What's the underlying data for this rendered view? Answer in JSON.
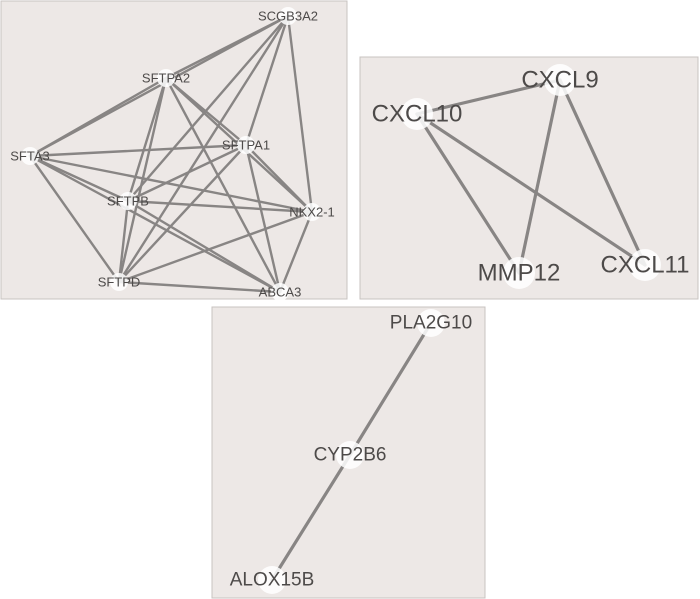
{
  "networks": [
    {
      "id": "network-1",
      "nodes": [
        {
          "id": "SCGB3A2",
          "label": "SCGB3A2"
        },
        {
          "id": "SFTPA2",
          "label": "SFTPA2"
        },
        {
          "id": "SFTPA1",
          "label": "SFTPA1"
        },
        {
          "id": "SFTA3",
          "label": "SFTA3"
        },
        {
          "id": "SFTPB",
          "label": "SFTPB"
        },
        {
          "id": "NKX2-1",
          "label": "NKX2-1"
        },
        {
          "id": "SFTPD",
          "label": "SFTPD"
        },
        {
          "id": "ABCA3",
          "label": "ABCA3"
        }
      ],
      "edges": [
        [
          "SCGB3A2",
          "SFTPA2"
        ],
        [
          "SCGB3A2",
          "SFTPA1"
        ],
        [
          "SCGB3A2",
          "SFTA3"
        ],
        [
          "SCGB3A2",
          "SFTPB"
        ],
        [
          "SCGB3A2",
          "NKX2-1"
        ],
        [
          "SCGB3A2",
          "SFTPD"
        ],
        [
          "SFTPA2",
          "SFTA3"
        ],
        [
          "SFTPA2",
          "SFTPB"
        ],
        [
          "SFTPA2",
          "SFTPD"
        ],
        [
          "SFTPA2",
          "NKX2-1"
        ],
        [
          "SFTPA2",
          "ABCA3"
        ],
        [
          "SFTPA2",
          "SFTPA1"
        ],
        [
          "SFTA3",
          "SFTPA1"
        ],
        [
          "SFTA3",
          "SFTPB"
        ],
        [
          "SFTA3",
          "NKX2-1"
        ],
        [
          "SFTA3",
          "ABCA3"
        ],
        [
          "SFTA3",
          "SFTPD"
        ],
        [
          "SFTPA1",
          "SFTPB"
        ],
        [
          "SFTPA1",
          "NKX2-1"
        ],
        [
          "SFTPA1",
          "SFTPD"
        ],
        [
          "SFTPA1",
          "ABCA3"
        ],
        [
          "SFTPB",
          "NKX2-1"
        ],
        [
          "SFTPB",
          "SFTPD"
        ],
        [
          "SFTPB",
          "ABCA3"
        ],
        [
          "NKX2-1",
          "SFTPD"
        ],
        [
          "NKX2-1",
          "ABCA3"
        ],
        [
          "SFTPD",
          "ABCA3"
        ]
      ]
    },
    {
      "id": "network-2",
      "nodes": [
        {
          "id": "CXCL10",
          "label": "CXCL10"
        },
        {
          "id": "CXCL9",
          "label": "CXCL9"
        },
        {
          "id": "MMP12",
          "label": "MMP12"
        },
        {
          "id": "CXCL11",
          "label": "CXCL11"
        }
      ],
      "edges": [
        [
          "CXCL10",
          "CXCL9"
        ],
        [
          "CXCL10",
          "MMP12"
        ],
        [
          "CXCL10",
          "CXCL11"
        ],
        [
          "CXCL9",
          "MMP12"
        ],
        [
          "CXCL9",
          "CXCL11"
        ]
      ]
    },
    {
      "id": "network-3",
      "nodes": [
        {
          "id": "PLA2G10",
          "label": "PLA2G10"
        },
        {
          "id": "CYP2B6",
          "label": "CYP2B6"
        },
        {
          "id": "ALOX15B",
          "label": "ALOX15B"
        }
      ],
      "edges": [
        [
          "PLA2G10",
          "CYP2B6"
        ],
        [
          "CYP2B6",
          "ALOX15B"
        ]
      ]
    }
  ]
}
